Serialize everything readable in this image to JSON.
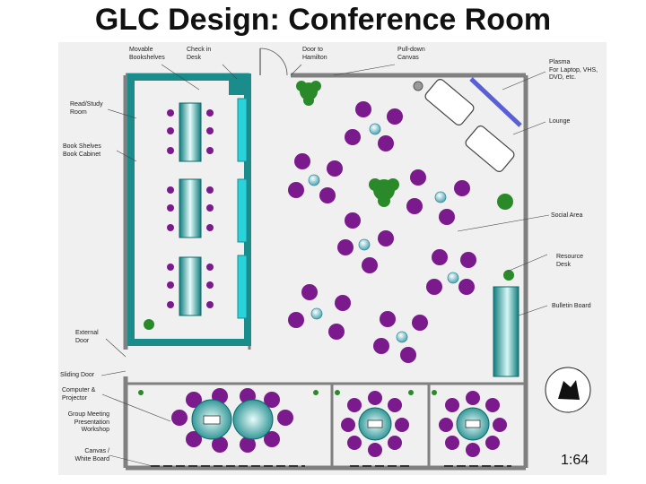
{
  "title": "GLC Design: Conference Room",
  "scale": "1:64",
  "labels": {
    "movable_bookshelves": "Movable\nBookshelves",
    "check_in_desk": "Check in\nDesk",
    "door_to_hamilton": "Door to\nHamilton",
    "pull_down_canvas": "Pull-down\nCanvas",
    "plasma": "Plasma\nFor Laptop, VHS,\nDVD, etc.",
    "read_study_room": "Read/Study\nRoom",
    "lounge": "Lounge",
    "book_shelves": "Book Shelves\nBook Cabinet",
    "social_area": "Social Area",
    "resource_desk": "Resource\nDesk",
    "bulletin_board": "Bulletin Board",
    "external_door": "External\nDoor",
    "sliding_door": "Sliding Door",
    "computer_projector": "Computer &\nProjector",
    "group_meeting": "Group Meeting\nPresentation\nWorkshop",
    "canvas_whiteboard": "Canvas /\nWhite Board"
  },
  "colors": {
    "chair": "#7a1a8c",
    "table_teal": "#1f8f8f",
    "wall": "#808080",
    "shelf": "#1aa3a3",
    "cyan_shelf": "#29d3dc",
    "plant": "#2a8a2a",
    "plasma": "#5a5fd6"
  }
}
